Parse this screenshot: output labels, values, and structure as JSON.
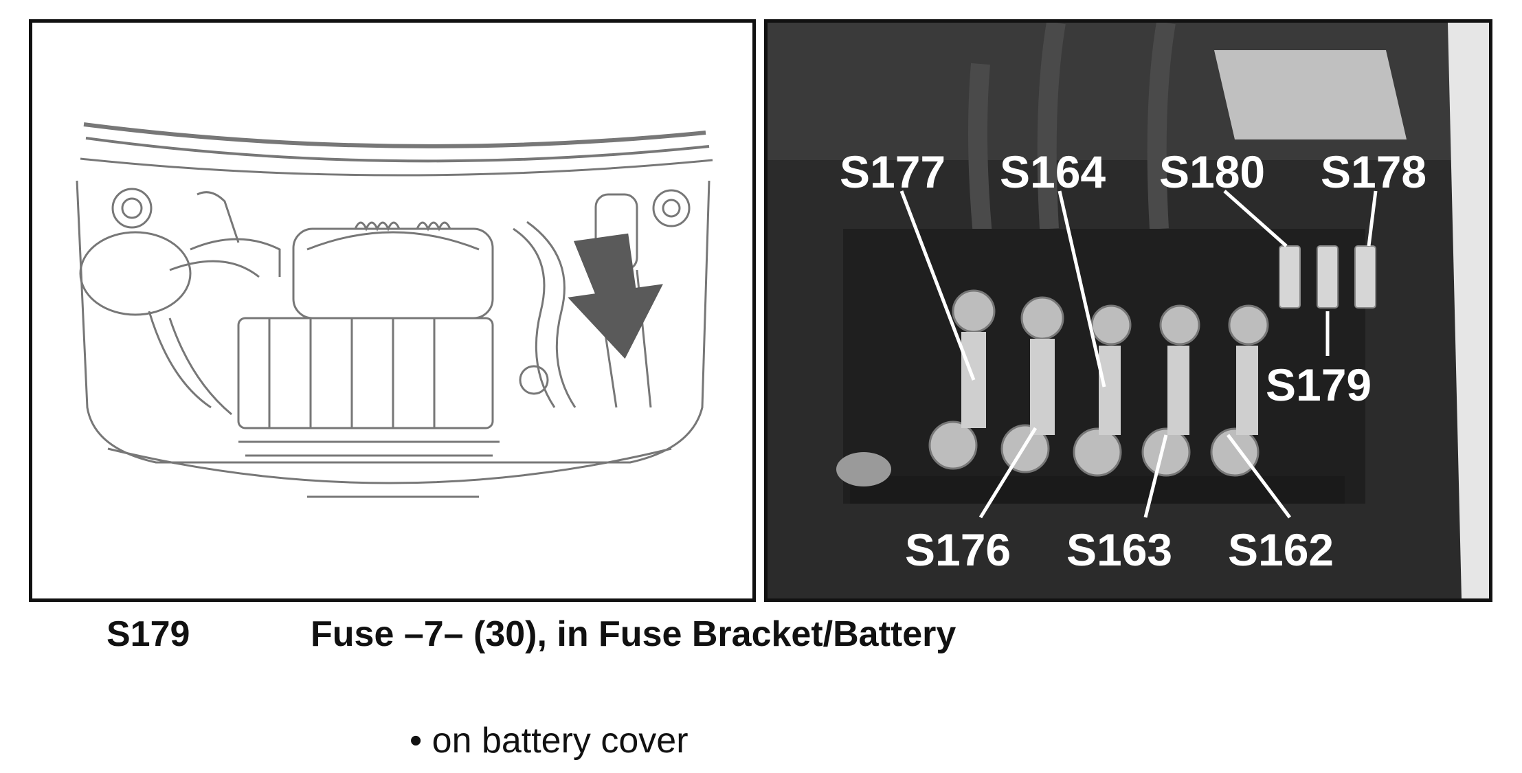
{
  "figure": {
    "left_panel": {
      "description_icon": "engine-bay-with-arrow-icon"
    },
    "right_panel": {
      "labels": [
        "S177",
        "S164",
        "S180",
        "S178",
        "S179",
        "S176",
        "S163",
        "S162"
      ]
    }
  },
  "caption": {
    "id": "S179",
    "title": "Fuse –7– (30), in Fuse Bracket/Battery",
    "bullet": "• on battery cover"
  },
  "colors": {
    "arrow": "#5a5a5a",
    "photo_bg": "#2a2a2a",
    "label_text": "#ffffff"
  }
}
